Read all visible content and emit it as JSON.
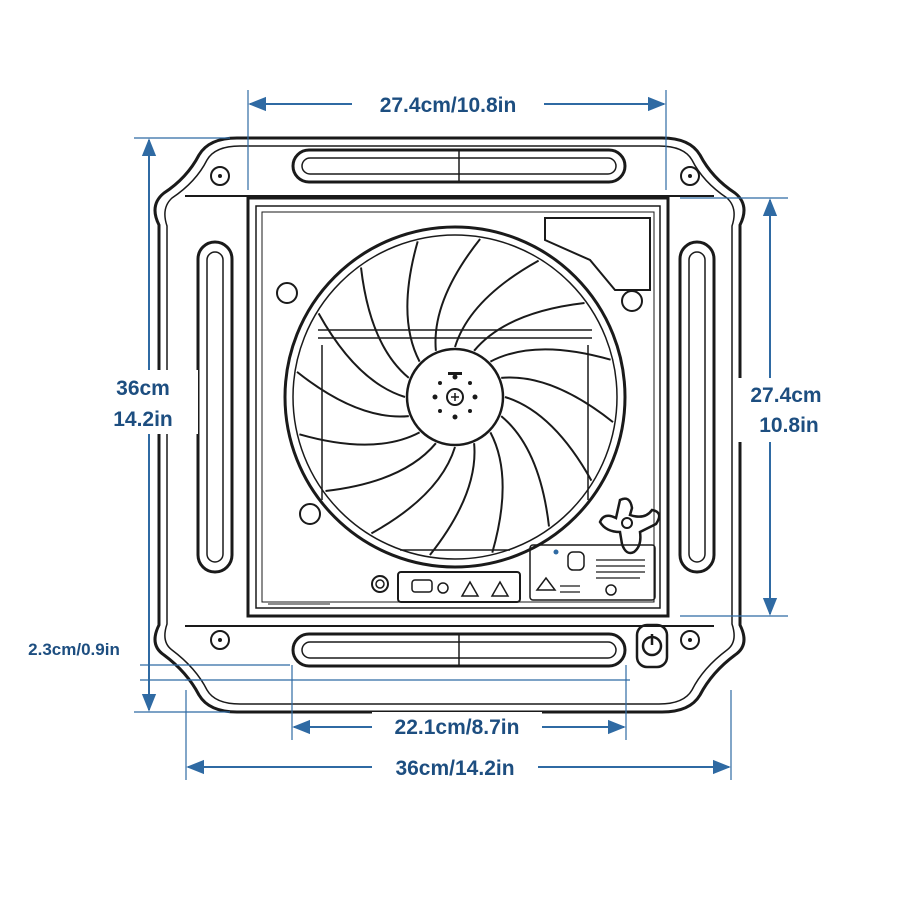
{
  "dimensions": {
    "top_width": "27.4cm/10.8in",
    "overall_height_cm": "36cm",
    "overall_height_in": "14.2in",
    "inner_height_cm": "27.4cm",
    "inner_height_in": "10.8in",
    "flange_offset": "2.3cm/0.9in",
    "slot_width": "22.1cm/8.7in",
    "overall_width": "36cm/14.2in"
  },
  "colors": {
    "dimension_text": "#1d4e80",
    "dimension_line": "#2f6aa3",
    "drawing_ink": "#1a1a1a"
  },
  "icons": [
    "fan-icon",
    "power-button-icon",
    "knob-icon"
  ]
}
